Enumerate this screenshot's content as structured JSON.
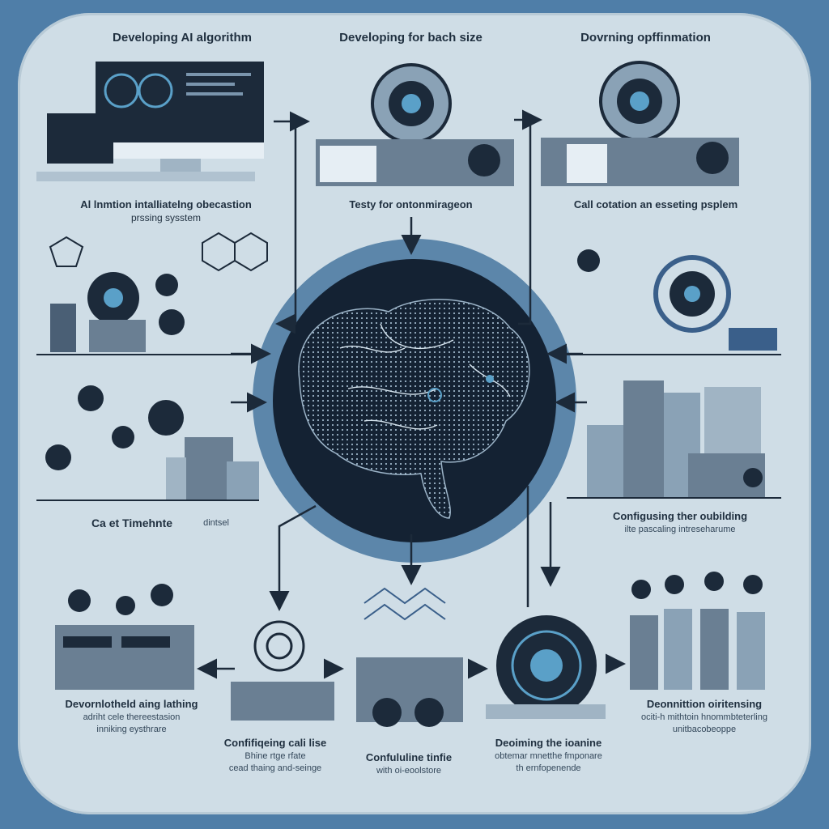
{
  "colors": {
    "background": "#4f7ea8",
    "panel": "#cfdde6",
    "ink": "#1f2f3f",
    "dark": "#1c2a3a",
    "accent": "#3a5f8a",
    "glow": "#5aa0c8"
  },
  "labels": {
    "top_left": "Developing AI algorithm",
    "top_center": "Developing for bach size",
    "top_right": "Dovrning opffinmation",
    "mid_left_1": "Al lnmtion intalliatelng obecastion",
    "mid_left_2": "prssing sysstem",
    "mid_center": "Testy for ontonmirageon",
    "mid_right": "Call cotation an esseting psplem",
    "left_middle": "Ca et Timehnte",
    "left_middle_tag": "dintsel",
    "right_middle_1": "Configusing ther oubilding",
    "right_middle_2": "ilte pascaling intreseharume",
    "bottom_1_title": "Devornlotheld aing lathing",
    "bottom_1_a": "adriht cele thereestasion",
    "bottom_1_b": "inniking eysthrare",
    "bottom_2_title": "Confifiqeing cali lise",
    "bottom_2_a": "Bhine rtge rfate",
    "bottom_2_b": "cead thaing and-seinge",
    "bottom_3_title": "Confululine tinfie",
    "bottom_3_a": "with oi-eoolstore",
    "bottom_4_title": "Deoiming the ioanine",
    "bottom_4_a": "obtemar mnetthe fmponare",
    "bottom_4_b": "th ernfopenende",
    "bottom_5_title": "Deonnittion oiritensing",
    "bottom_5_a": "ociti-h mithtoin hnommbteterling",
    "bottom_5_b": "unitbacobeoppe"
  },
  "icons": [
    "monitor-icon",
    "camera-icon",
    "brain-icon",
    "gear-icon",
    "building-icon",
    "network-icon",
    "silo-icon"
  ]
}
